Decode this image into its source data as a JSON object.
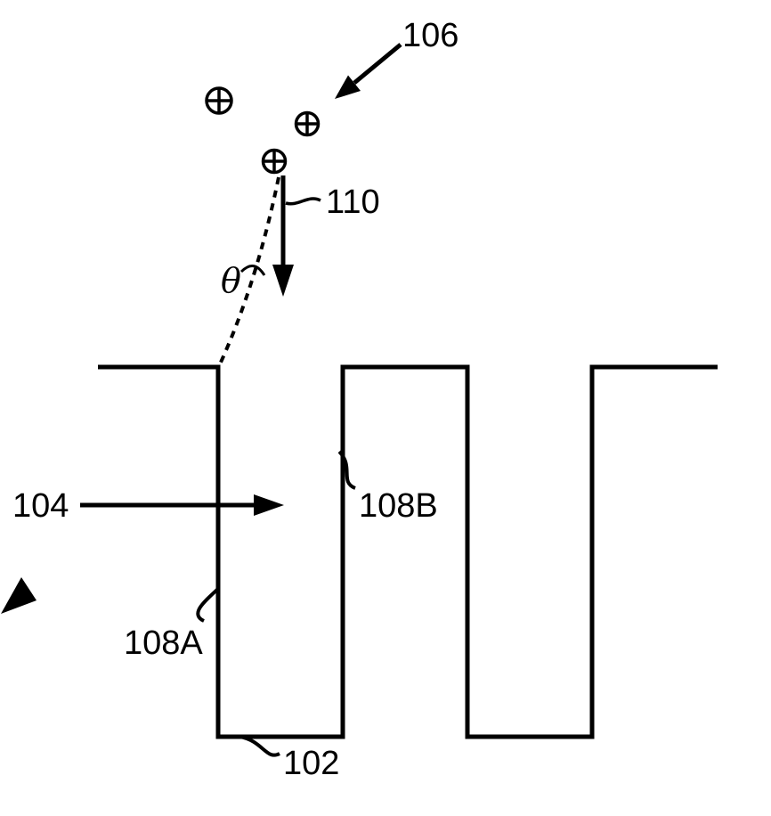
{
  "figure": {
    "description": "Patent-style diagram of angled ion implantation into trenches",
    "labels": {
      "ion_source": "106",
      "surface_normal": "110",
      "implant_angle": "θ",
      "trench": "104",
      "left_sidewall": "108A",
      "right_sidewall": "108B",
      "trench_bottom": "102"
    },
    "colors": {
      "line": "#000000",
      "background": "#ffffff"
    }
  }
}
